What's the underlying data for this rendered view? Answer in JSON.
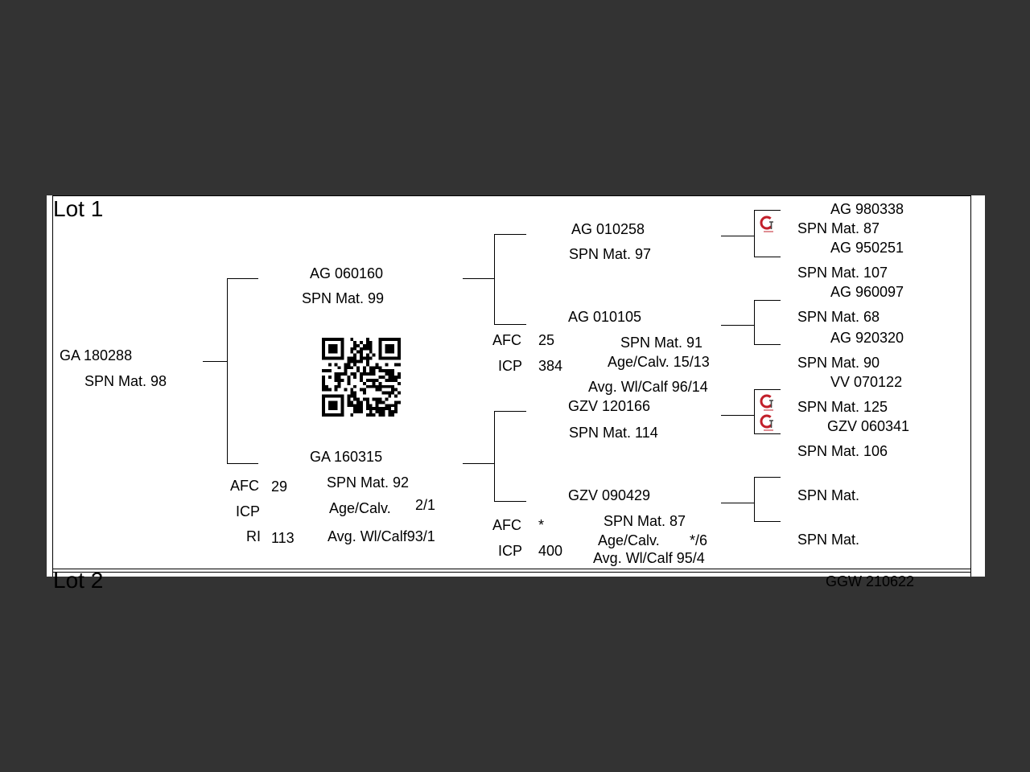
{
  "lot1": {
    "title": "Lot 1",
    "subject": {
      "id": "GA  180288",
      "spn": "SPN Mat. 98"
    },
    "sire": {
      "id": "AG  060160",
      "spn": "SPN Mat. 99"
    },
    "dam": {
      "id": "GA  160315",
      "spn": "SPN Mat. 92",
      "afc_label": "AFC",
      "afc_value": "29",
      "icp_label": "ICP",
      "ri_label": "RI",
      "ri_value": "113",
      "agecalv_label": "Age/Calv.",
      "agecalv_value": "2/1",
      "avgwi_text": "Avg. Wl/Calf93/1"
    },
    "sire_sire": {
      "id": "AG  010258",
      "spn": "SPN Mat. 97"
    },
    "sire_dam": {
      "id": "AG  010105",
      "spn": "SPN Mat. 91",
      "afc_label": "AFC",
      "afc_value": "25",
      "icp_label": "ICP",
      "icp_value": "384",
      "agecalv_text": "Age/Calv.  15/13",
      "avgwi_text": "Avg. Wl/Calf  96/14"
    },
    "dam_sire": {
      "id": "GZV 120166",
      "spn": "SPN Mat. 114"
    },
    "dam_dam": {
      "id": "GZV 090429",
      "spn": "SPN Mat. 87",
      "afc_label": "AFC",
      "afc_value": "*",
      "icp_label": "ICP",
      "icp_value": "400",
      "agecalv_label": "Age/Calv.",
      "agecalv_value": "*/6",
      "avgwi_text": "Avg. Wl/Calf  95/4"
    },
    "gen3": [
      {
        "id": "AG  980338",
        "spn": "SPN Mat. 87"
      },
      {
        "id": "AG  950251",
        "spn": "SPN Mat. 107"
      },
      {
        "id": "AG  960097",
        "spn": "SPN Mat. 68"
      },
      {
        "id": "AG  920320",
        "spn": "SPN Mat. 90"
      },
      {
        "id": "VV  070122",
        "spn": "SPN Mat. 125"
      },
      {
        "id": "GZV 060341",
        "spn": "SPN Mat. 106"
      },
      {
        "id": "",
        "spn": "SPN Mat."
      },
      {
        "id": "",
        "spn": "SPN Mat."
      }
    ],
    "qr_icon": "qr-code",
    "genotyped_icon": "gt-logo"
  },
  "lot2": {
    "title": "Lot 2",
    "peek_id": "GGW 210622"
  }
}
